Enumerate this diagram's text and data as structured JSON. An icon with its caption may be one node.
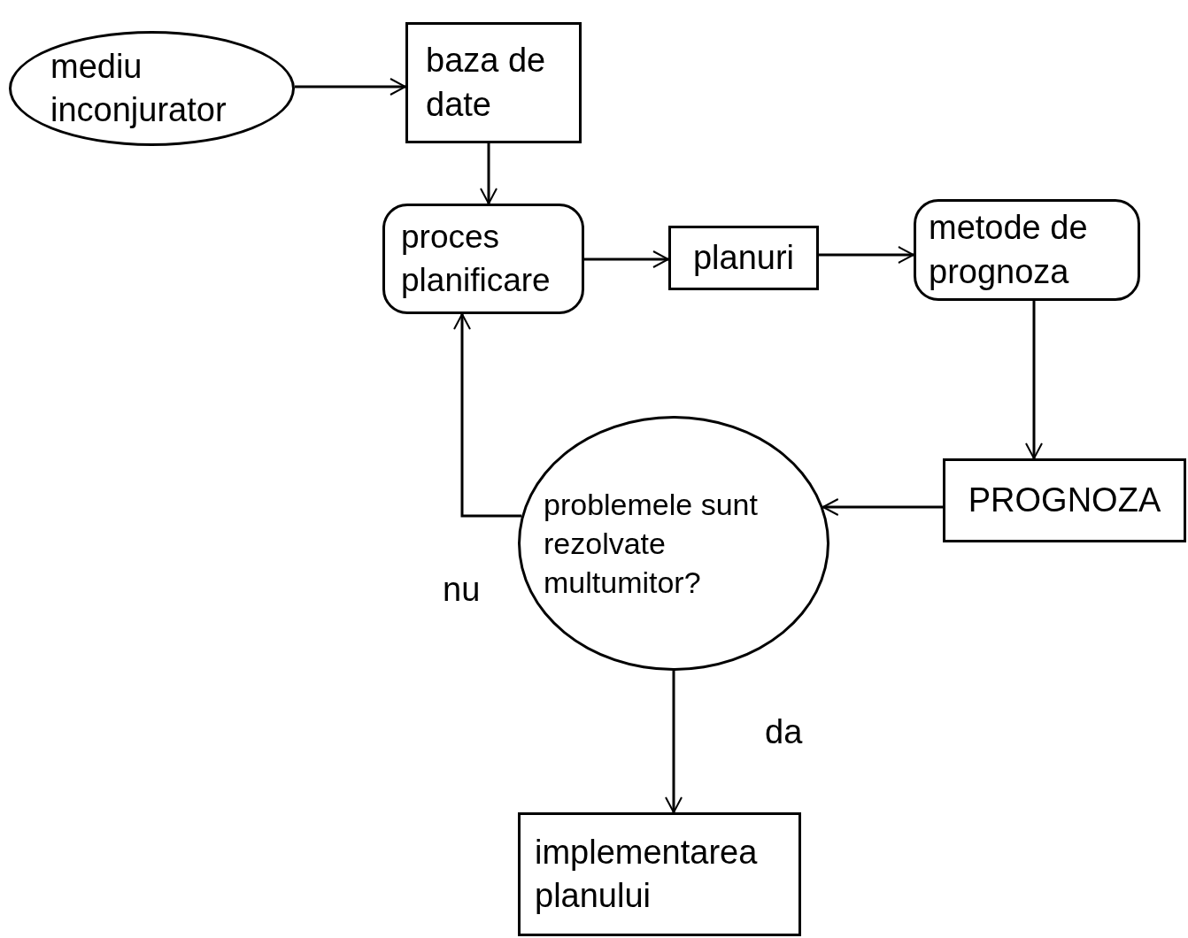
{
  "diagram": {
    "nodes": [
      {
        "text": [
          "mediu inconjurator"
        ]
      },
      {
        "text": [
          "baza de date"
        ]
      },
      {
        "text": [
          "proces planificare"
        ]
      },
      {
        "text": [
          "planuri"
        ]
      },
      {
        "text": [
          "metode de prognoza"
        ]
      },
      {
        "text": [
          "PROGNOZA"
        ]
      },
      {
        "text": [
          "problemele sunt rezolvate multumitor?"
        ]
      },
      {
        "text": [
          "implementarea planului"
        ]
      }
    ],
    "edges": [
      {
        "from": 0,
        "to": 1,
        "arrow": "to"
      },
      {
        "from": 1,
        "to": 2,
        "arrow": "to"
      },
      {
        "from": 2,
        "to": 3,
        "arrow": "to"
      },
      {
        "from": 3,
        "to": 4,
        "arrow": "to"
      },
      {
        "from": 4,
        "to": 5,
        "arrow": "to"
      },
      {
        "from": 5,
        "to": 6,
        "arrow": "to"
      },
      {
        "from": 6,
        "to": 2,
        "arrow": "to",
        "label": "nu"
      },
      {
        "from": 6,
        "to": 7,
        "arrow": "to",
        "label": "da"
      }
    ]
  }
}
